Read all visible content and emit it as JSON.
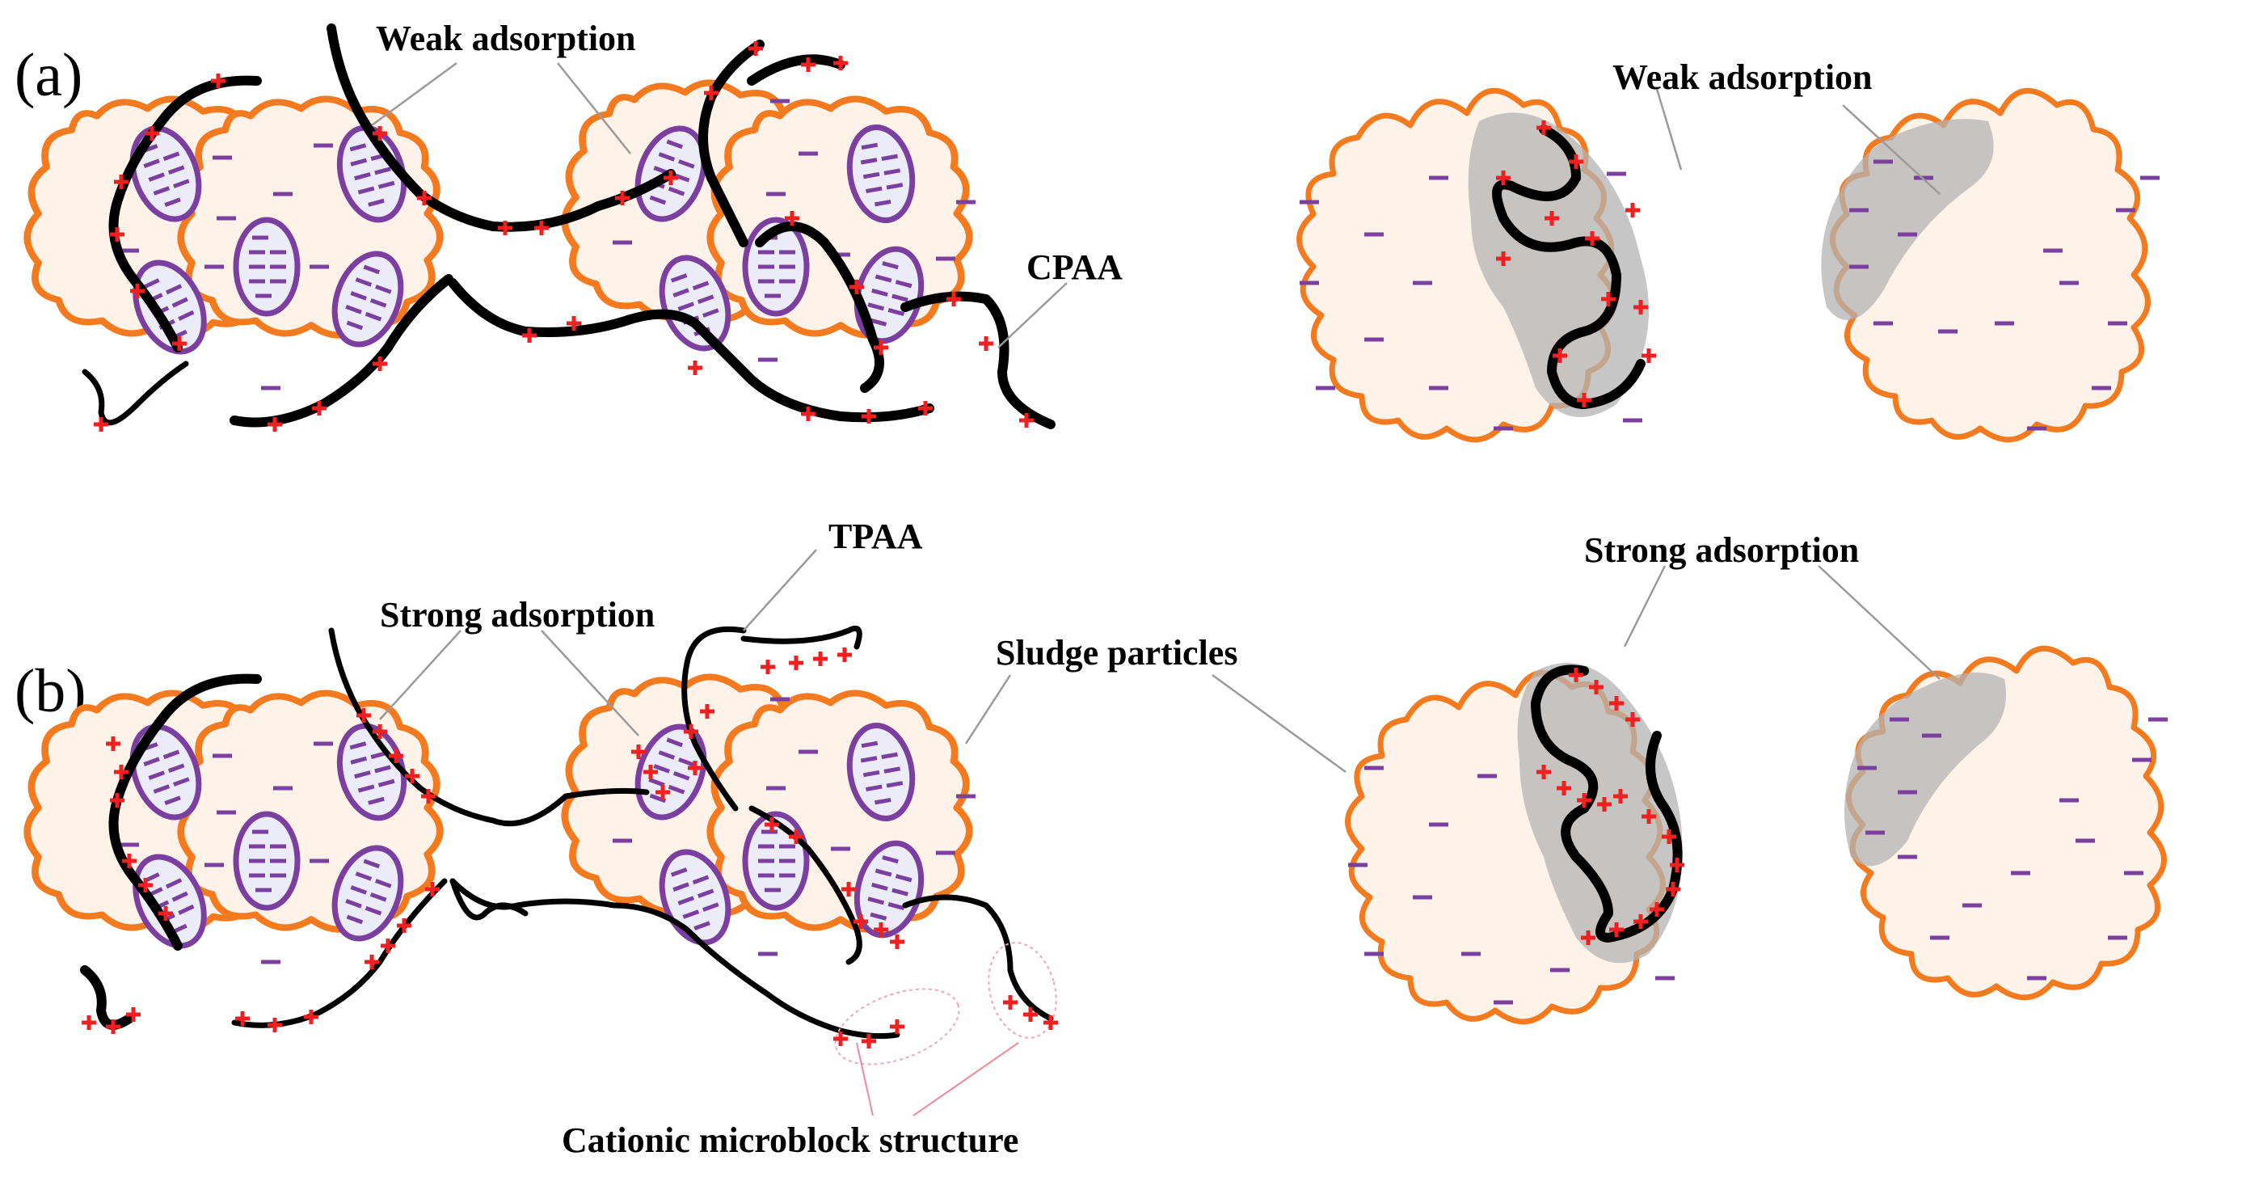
{
  "panels": {
    "a": {
      "label": "(a)",
      "weak_adsorption_left": "Weak adsorption",
      "weak_adsorption_right": "Weak adsorption",
      "polymer": "CPAA"
    },
    "b": {
      "label": "(b)",
      "strong_adsorption_left": "Strong adsorption",
      "strong_adsorption_right": "Strong adsorption",
      "polymer": "TPAA",
      "particles": "Sludge particles",
      "microblock": "Cationic microblock structure"
    }
  },
  "colors": {
    "floc_outline": "#f47a1f",
    "floc_fill": "#fff2e8",
    "cell_outline": "#7b3fa0",
    "negative_charge": "#7b3fa0",
    "positive_charge": "#f02020",
    "polymer_chain": "#000000",
    "adsorption_shadow": "#b3b3b3"
  }
}
